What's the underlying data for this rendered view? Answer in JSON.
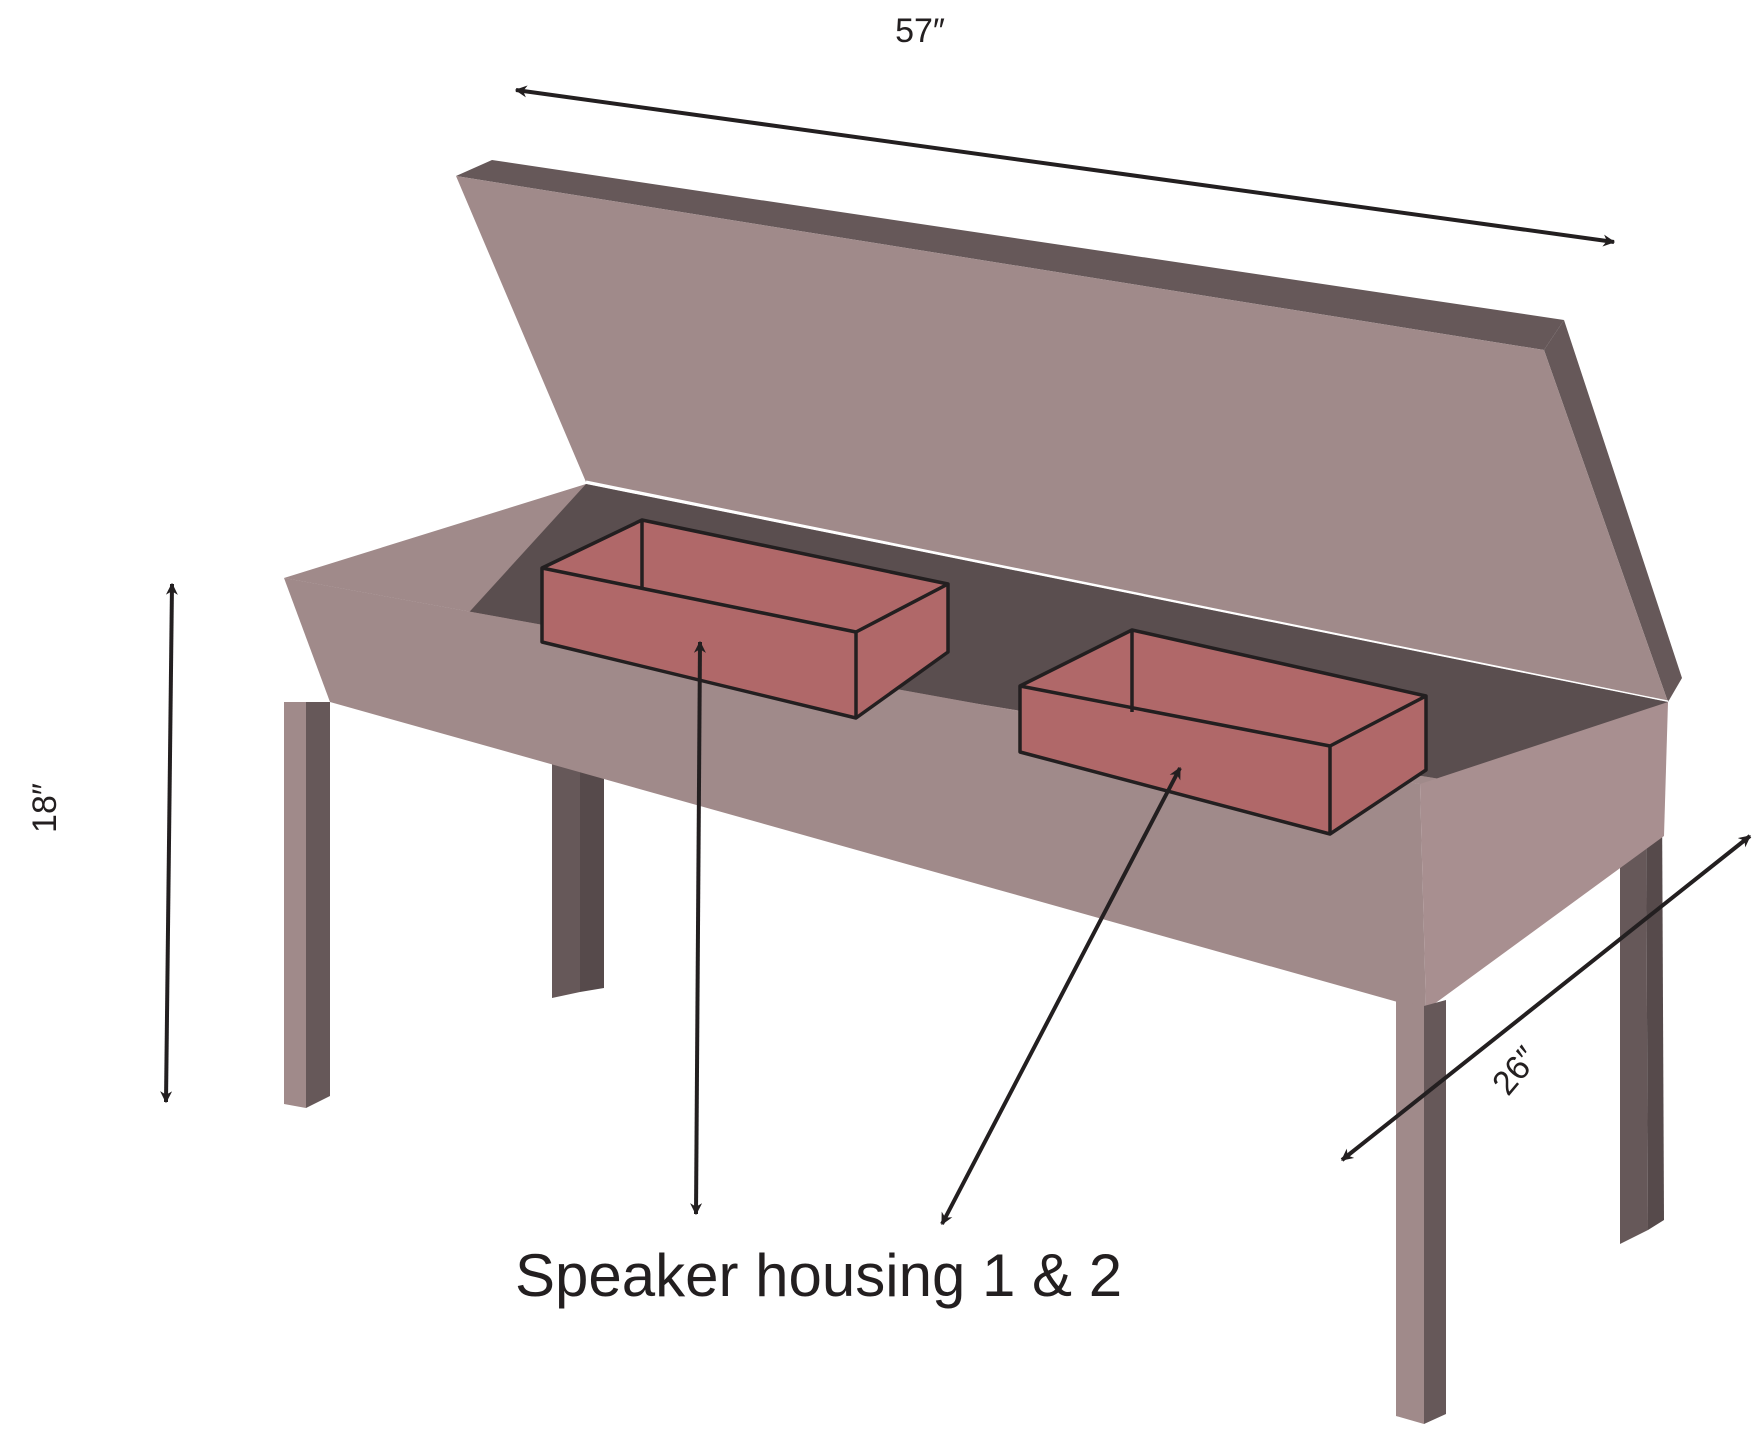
{
  "dimensions": {
    "length": "57″",
    "height": "18″",
    "depth": "26″"
  },
  "caption": "Speaker  housing 1 & 2",
  "colors": {
    "bench_face": "#a08a8a",
    "bench_dark": "#665859",
    "cavity": "#5a4e4f",
    "speaker_box": "#b06869",
    "line": "#231f20"
  }
}
